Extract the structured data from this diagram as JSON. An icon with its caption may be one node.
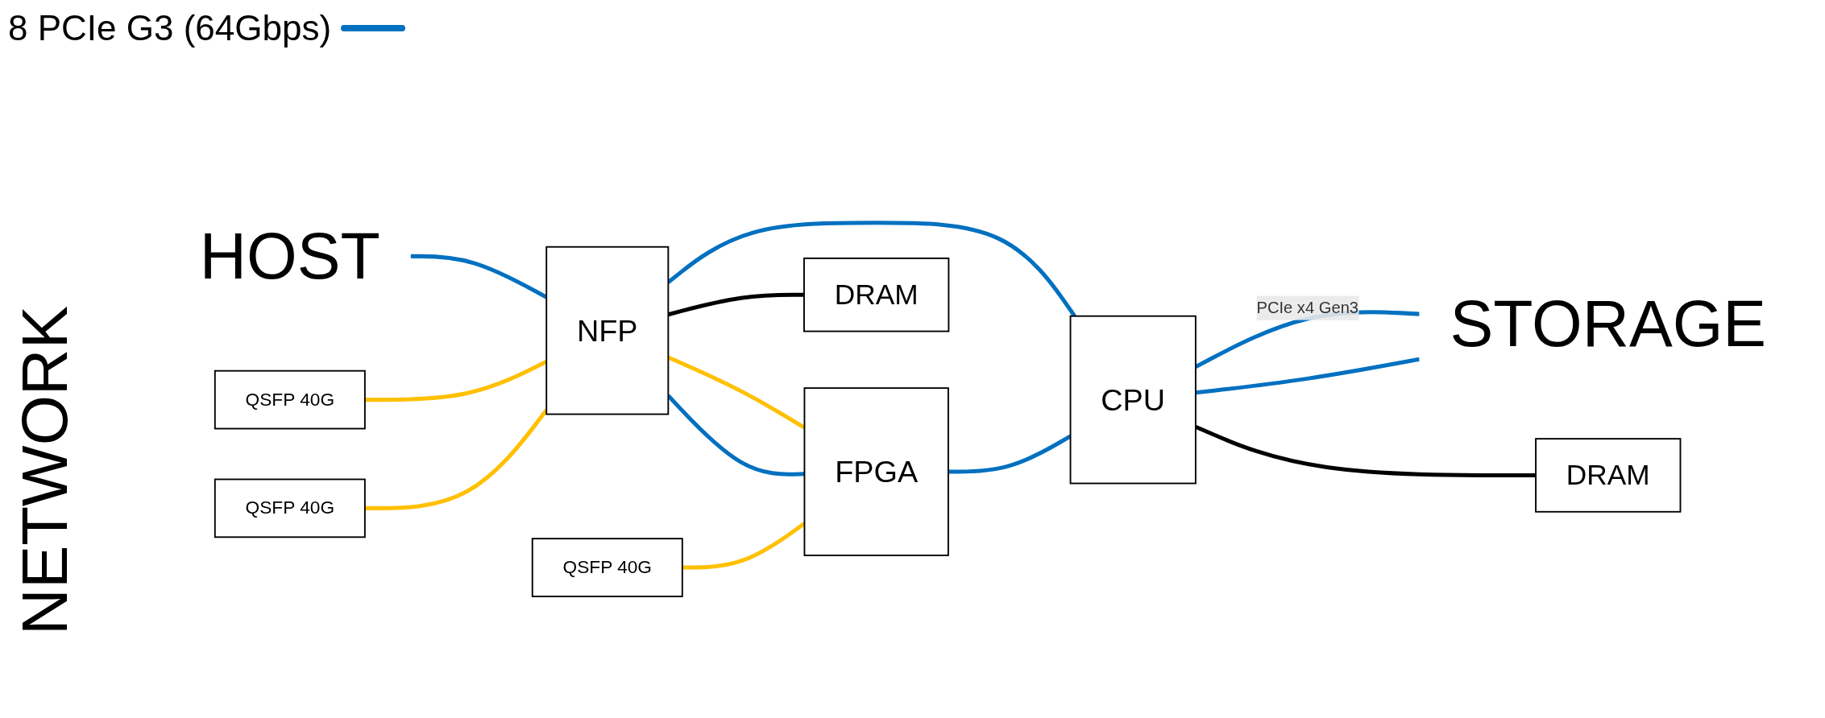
{
  "diagram": {
    "nodes": [
      {
        "text": [
          "HOST"
        ]
      },
      {
        "text": [
          "NFP"
        ]
      },
      {
        "text": [
          "CPU"
        ]
      },
      {
        "text": [
          "STORAGE"
        ]
      },
      {
        "text": [
          "QSFP 40G"
        ]
      },
      {
        "text": [
          "QSFP 40G"
        ]
      },
      {
        "text": [
          "QSFP 40G"
        ]
      },
      {
        "text": [
          "DRAM"
        ]
      },
      {
        "text": [
          "FPGA"
        ]
      },
      {
        "text": [
          "DRAM"
        ]
      }
    ],
    "edges": [
      {
        "from": 0,
        "to": 1,
        "arrow": "none",
        "color": "#0070c0"
      },
      {
        "from": 4,
        "to": 1,
        "arrow": "none",
        "color": "#ffc000"
      },
      {
        "from": 5,
        "to": 1,
        "arrow": "none",
        "color": "#ffc000"
      },
      {
        "from": 1,
        "to": 2,
        "arrow": "none",
        "color": "#0070c0"
      },
      {
        "from": 2,
        "to": 3,
        "arrow": "none",
        "color": "#0070c0",
        "label": "PCIe x4 Gen3"
      },
      {
        "from": 2,
        "to": 3,
        "arrow": "none",
        "color": "#0070c0"
      },
      {
        "from": 1,
        "to": 8,
        "arrow": "none",
        "color": "#ffc000"
      },
      {
        "from": 1,
        "to": 8,
        "arrow": "none",
        "color": "#0070c0"
      },
      {
        "from": 6,
        "to": 8,
        "arrow": "none",
        "color": "#ffc000"
      },
      {
        "from": 8,
        "to": 2,
        "arrow": "none",
        "color": "#0070c0"
      },
      {
        "from": 2,
        "to": 7,
        "arrow": "none",
        "color": "#000000"
      },
      {
        "from": 1,
        "to": 9,
        "arrow": "none",
        "color": "#000000"
      }
    ],
    "labels": [
      "NETWORK"
    ],
    "legend": [
      {
        "text": "8 PCIe G3 (64Gbps)"
      }
    ]
  }
}
